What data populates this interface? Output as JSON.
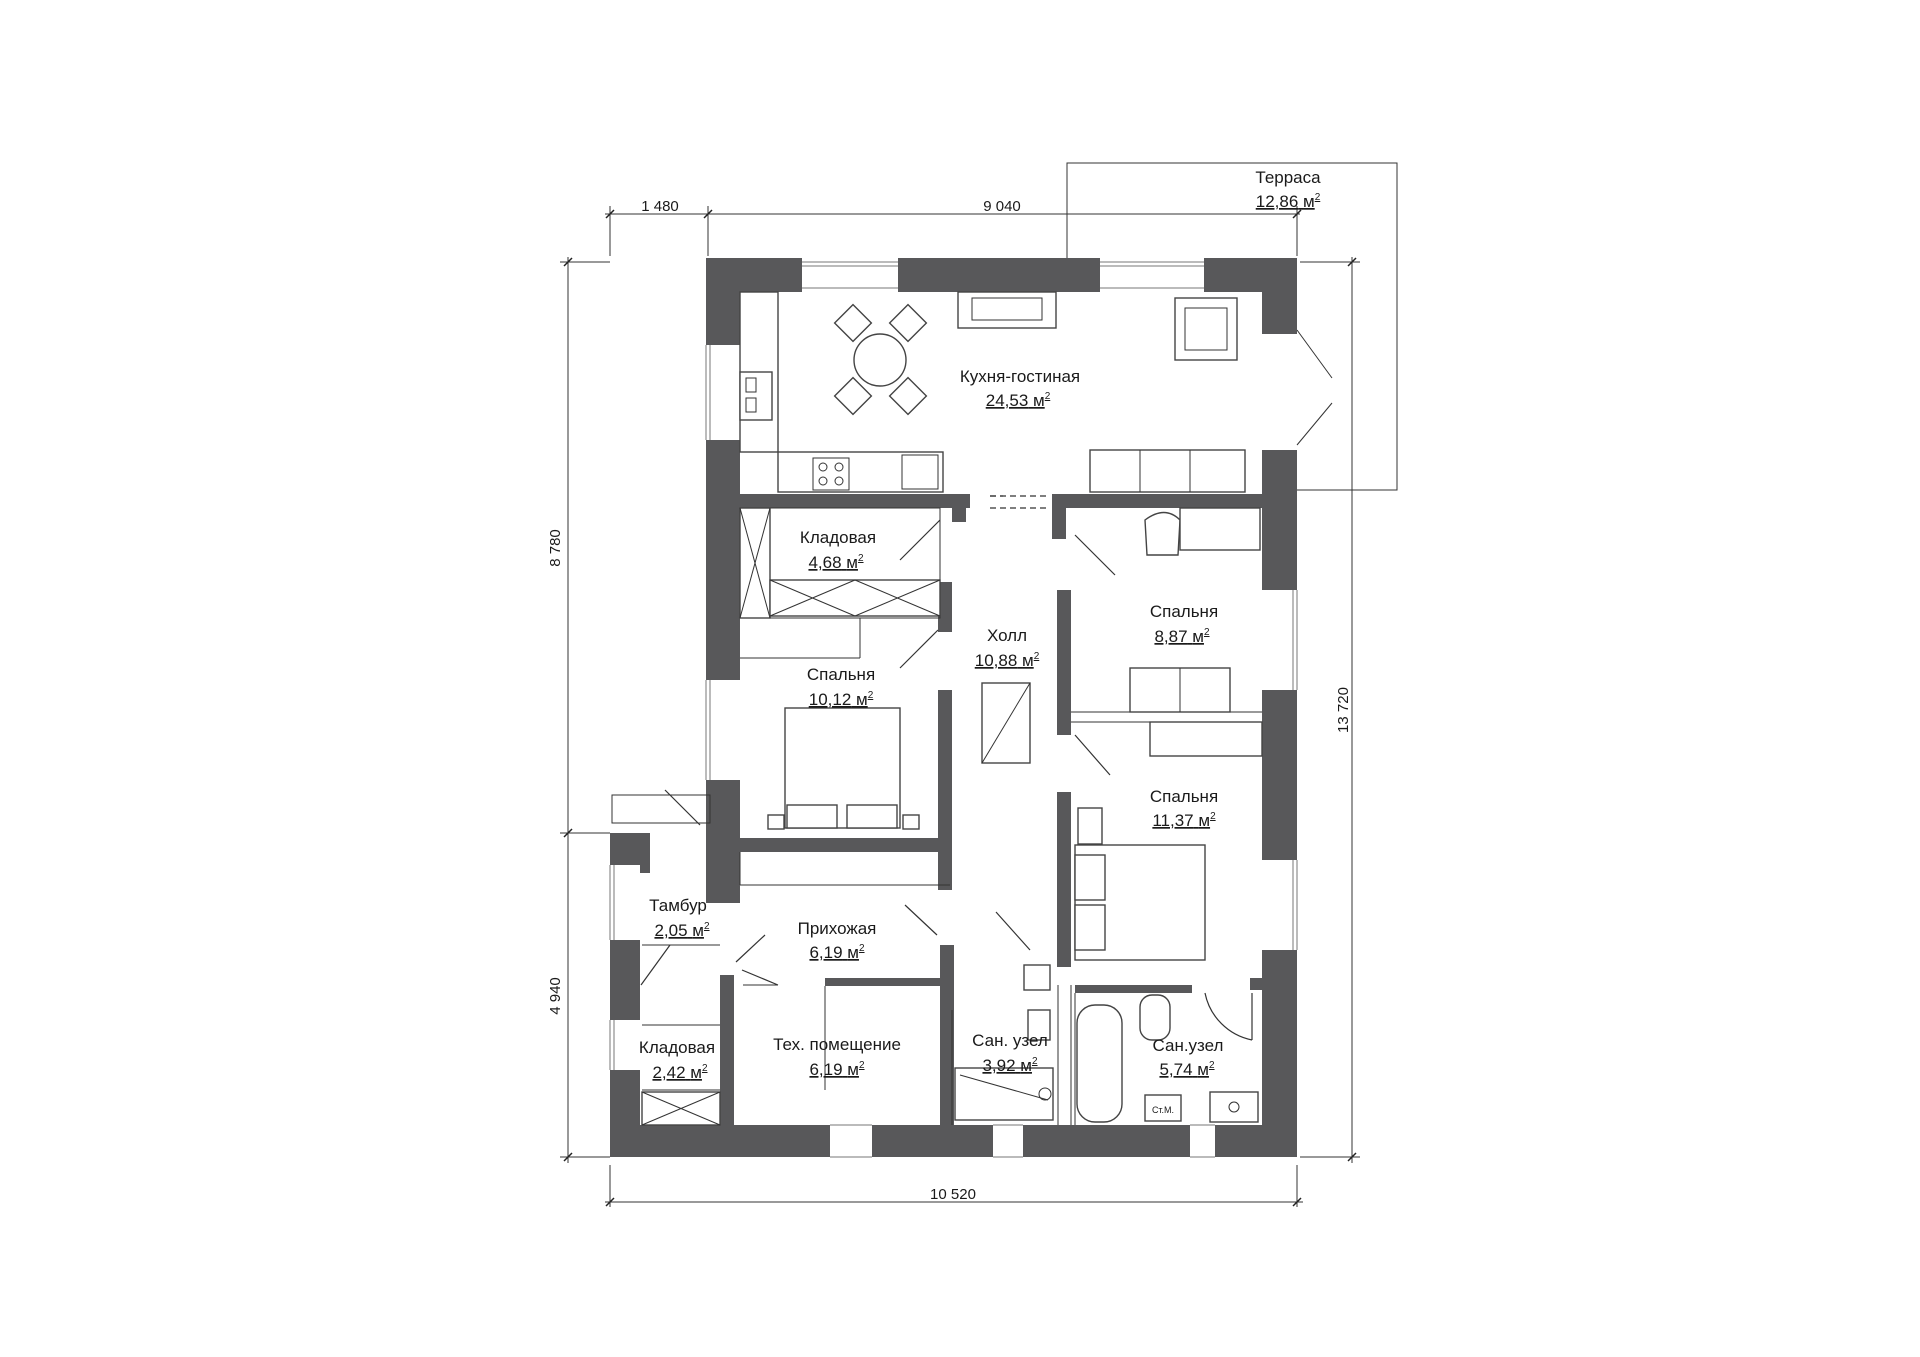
{
  "rooms": [
    {
      "name": "Терраса",
      "area": "12,86"
    },
    {
      "name": "Кухня-гостиная",
      "area": "24,53"
    },
    {
      "name": "Кладовая",
      "area": "4,68"
    },
    {
      "name": "Холл",
      "area": "10,88"
    },
    {
      "name": "Спальня",
      "area": "8,87"
    },
    {
      "name": "Спальня",
      "area": "10,12"
    },
    {
      "name": "Спальня",
      "area": "11,37"
    },
    {
      "name": "Тамбур",
      "area": "2,05"
    },
    {
      "name": "Прихожая",
      "area": "6,19"
    },
    {
      "name": "Кладовая",
      "area": "2,42"
    },
    {
      "name": "Тех. помещение",
      "area": "6,19"
    },
    {
      "name": "Сан. узел",
      "area": "3,92"
    },
    {
      "name": "Сан.узел",
      "area": "5,74"
    }
  ],
  "area_unit": "м",
  "area_unit_power": "2",
  "dimensions": {
    "top_left": "1 480",
    "top_main": "9 040",
    "left_upper": "8 780",
    "left_lower": "4 940",
    "right": "13 720",
    "bottom": "10 520"
  },
  "fixture_labels": {
    "washing_machine": "Ст.М."
  },
  "colors": {
    "wall": "#58585a",
    "line": "#333333",
    "background": "#ffffff"
  }
}
